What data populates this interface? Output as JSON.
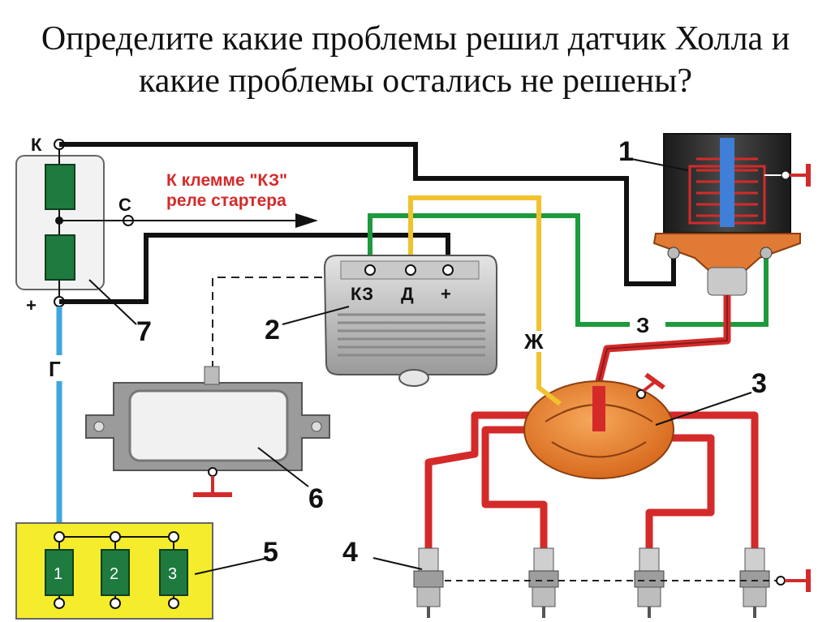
{
  "title": {
    "line1": "Определите какие проблемы решил датчик Холла и",
    "line2": "какие проблемы остались не решены?"
  },
  "diagram": {
    "annotation": {
      "line1": "К клемме \"КЗ\"",
      "line2": "реле стартера"
    },
    "terminals": {
      "k": "К",
      "c": "С",
      "plus": "+",
      "switch_kz": "КЗ",
      "switch_d": "Д",
      "switch_plus": "+"
    },
    "wire_labels": {
      "blue": "Г",
      "yellow": "Ж",
      "green": "З"
    },
    "callouts": [
      "1",
      "2",
      "3",
      "4",
      "5",
      "6",
      "7"
    ],
    "fuse_numbers": [
      "1",
      "2",
      "3"
    ],
    "colors": {
      "wire_black": "#111111",
      "wire_red": "#d42a2a",
      "wire_green": "#1d9a3c",
      "wire_yellow": "#f2c12e",
      "wire_blue": "#3fa7dc",
      "resistor_green": "#1e7a3e",
      "fuse_box_yellow": "#f5ec2c",
      "distributor_orange": "#e8822e",
      "coil_dark": "#2b2b2b",
      "annotation_red": "#d42a2a"
    }
  }
}
